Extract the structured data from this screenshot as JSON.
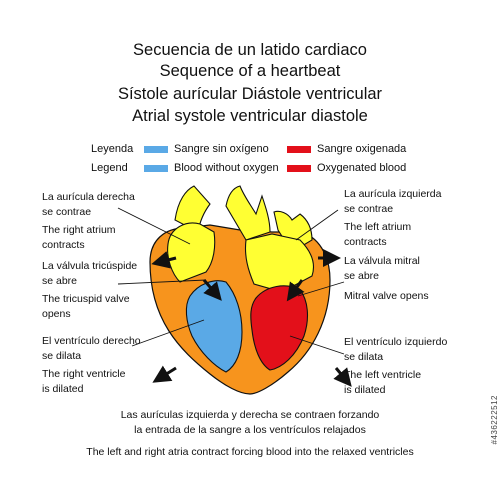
{
  "title": {
    "es": "Secuencia de un latido cardiaco",
    "en": "Sequence of a heartbeat",
    "phase_es": "Sístole aurícular Diástole ventricular",
    "phase_en": "Atrial systole ventricular diastole"
  },
  "legend": {
    "heading_es": "Leyenda",
    "heading_en": "Legend",
    "deoxygenated_es": "Sangre sin oxígeno",
    "deoxygenated_en": "Blood without oxygen",
    "oxygenated_es": "Sangre oxigenada",
    "oxygenated_en": "Oxygenated blood",
    "deoxygenated_color": "#5aa9e6",
    "oxygenated_color": "#e3101a"
  },
  "labels": {
    "right_atrium_es": [
      "La aurícula derecha",
      "se contrae"
    ],
    "right_atrium_en": [
      "The right atrium",
      "contracts"
    ],
    "tricuspid_es": [
      "La válvula tricúspide",
      "se abre"
    ],
    "tricuspid_en": [
      "The tricuspid valve",
      "opens"
    ],
    "right_ventricle_es": [
      "El ventrículo derecho",
      "se dilata"
    ],
    "right_ventricle_en": [
      "The right ventricle",
      "is dilated"
    ],
    "left_atrium_es": [
      "La aurícula izquierda",
      "se contrae"
    ],
    "left_atrium_en": [
      "The left atrium",
      "contracts"
    ],
    "mitral_es": [
      "La válvula mitral",
      "se abre"
    ],
    "mitral_en": [
      "Mitral valve opens"
    ],
    "left_ventricle_es": [
      "El ventrículo izquierdo",
      "se dilata"
    ],
    "left_ventricle_en": [
      "The left ventricle",
      "is dilated"
    ]
  },
  "caption": {
    "es": [
      "Las aurículas izquierda y derecha se contraen forzando",
      "la entrada de la sangre a los ventrículos relajados"
    ],
    "en": "The left and right atria contract forcing blood into the relaxed ventricles"
  },
  "watermark": "#436222512",
  "colors": {
    "muscle": "#f7941d",
    "atrium_fill": "#ffff33",
    "outline": "#111111"
  },
  "icons": [
    "arrow-icon"
  ]
}
